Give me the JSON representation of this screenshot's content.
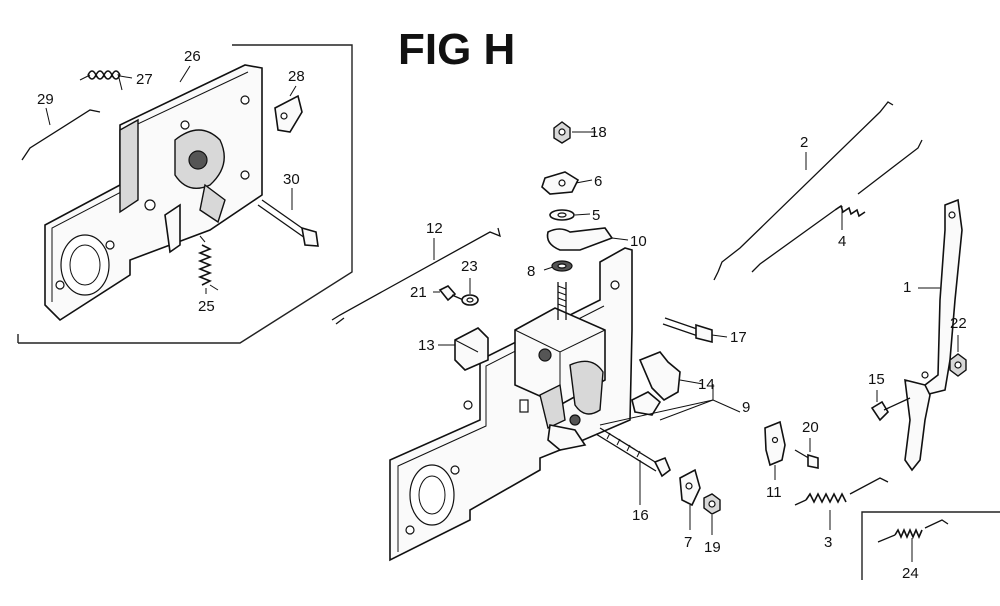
{
  "figure": {
    "title": "FIG H"
  },
  "callouts": [
    {
      "id": "1",
      "label": "1"
    },
    {
      "id": "2",
      "label": "2"
    },
    {
      "id": "3",
      "label": "3"
    },
    {
      "id": "4",
      "label": "4"
    },
    {
      "id": "5",
      "label": "5"
    },
    {
      "id": "6",
      "label": "6"
    },
    {
      "id": "7",
      "label": "7"
    },
    {
      "id": "8",
      "label": "8"
    },
    {
      "id": "9",
      "label": "9"
    },
    {
      "id": "10",
      "label": "10"
    },
    {
      "id": "11",
      "label": "11"
    },
    {
      "id": "12",
      "label": "12"
    },
    {
      "id": "13",
      "label": "13"
    },
    {
      "id": "14",
      "label": "14"
    },
    {
      "id": "15",
      "label": "15"
    },
    {
      "id": "16",
      "label": "16"
    },
    {
      "id": "17",
      "label": "17"
    },
    {
      "id": "18",
      "label": "18"
    },
    {
      "id": "19",
      "label": "19"
    },
    {
      "id": "20",
      "label": "20"
    },
    {
      "id": "21",
      "label": "21"
    },
    {
      "id": "22",
      "label": "22"
    },
    {
      "id": "23",
      "label": "23"
    },
    {
      "id": "24",
      "label": "24"
    },
    {
      "id": "25",
      "label": "25"
    },
    {
      "id": "26",
      "label": "26"
    },
    {
      "id": "27",
      "label": "27"
    },
    {
      "id": "28",
      "label": "28"
    },
    {
      "id": "29",
      "label": "29"
    },
    {
      "id": "30",
      "label": "30"
    }
  ]
}
